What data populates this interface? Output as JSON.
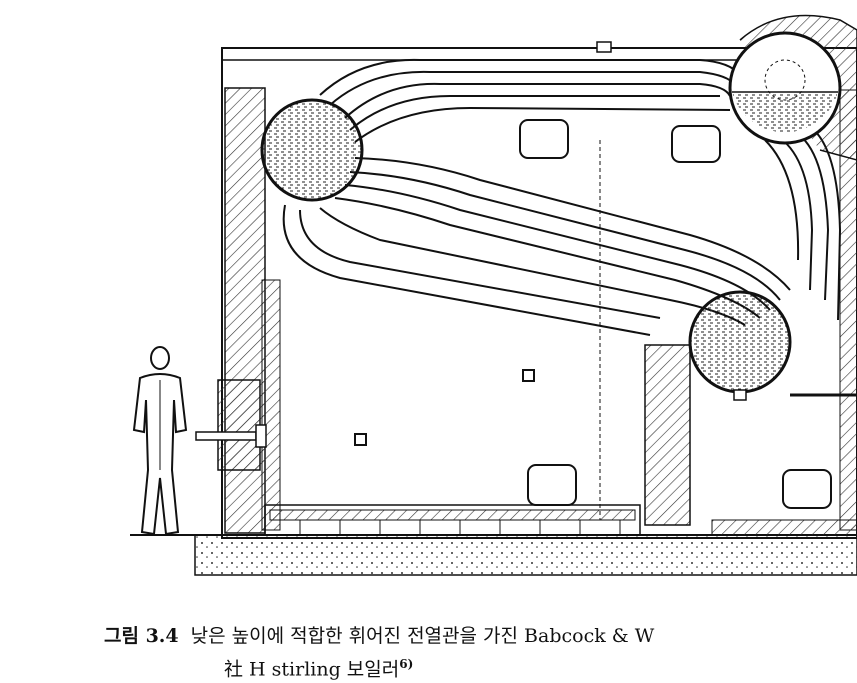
{
  "caption": {
    "label": "그림 3.4",
    "line1": "낮은 높이에 적합한 휘어진 전열관을 가진 Babcock & W",
    "line2": "社 H stirling 보일러",
    "ref": "6)"
  },
  "colors": {
    "ink": "#111111",
    "paper": "#ffffff",
    "hatch": "#333333"
  }
}
